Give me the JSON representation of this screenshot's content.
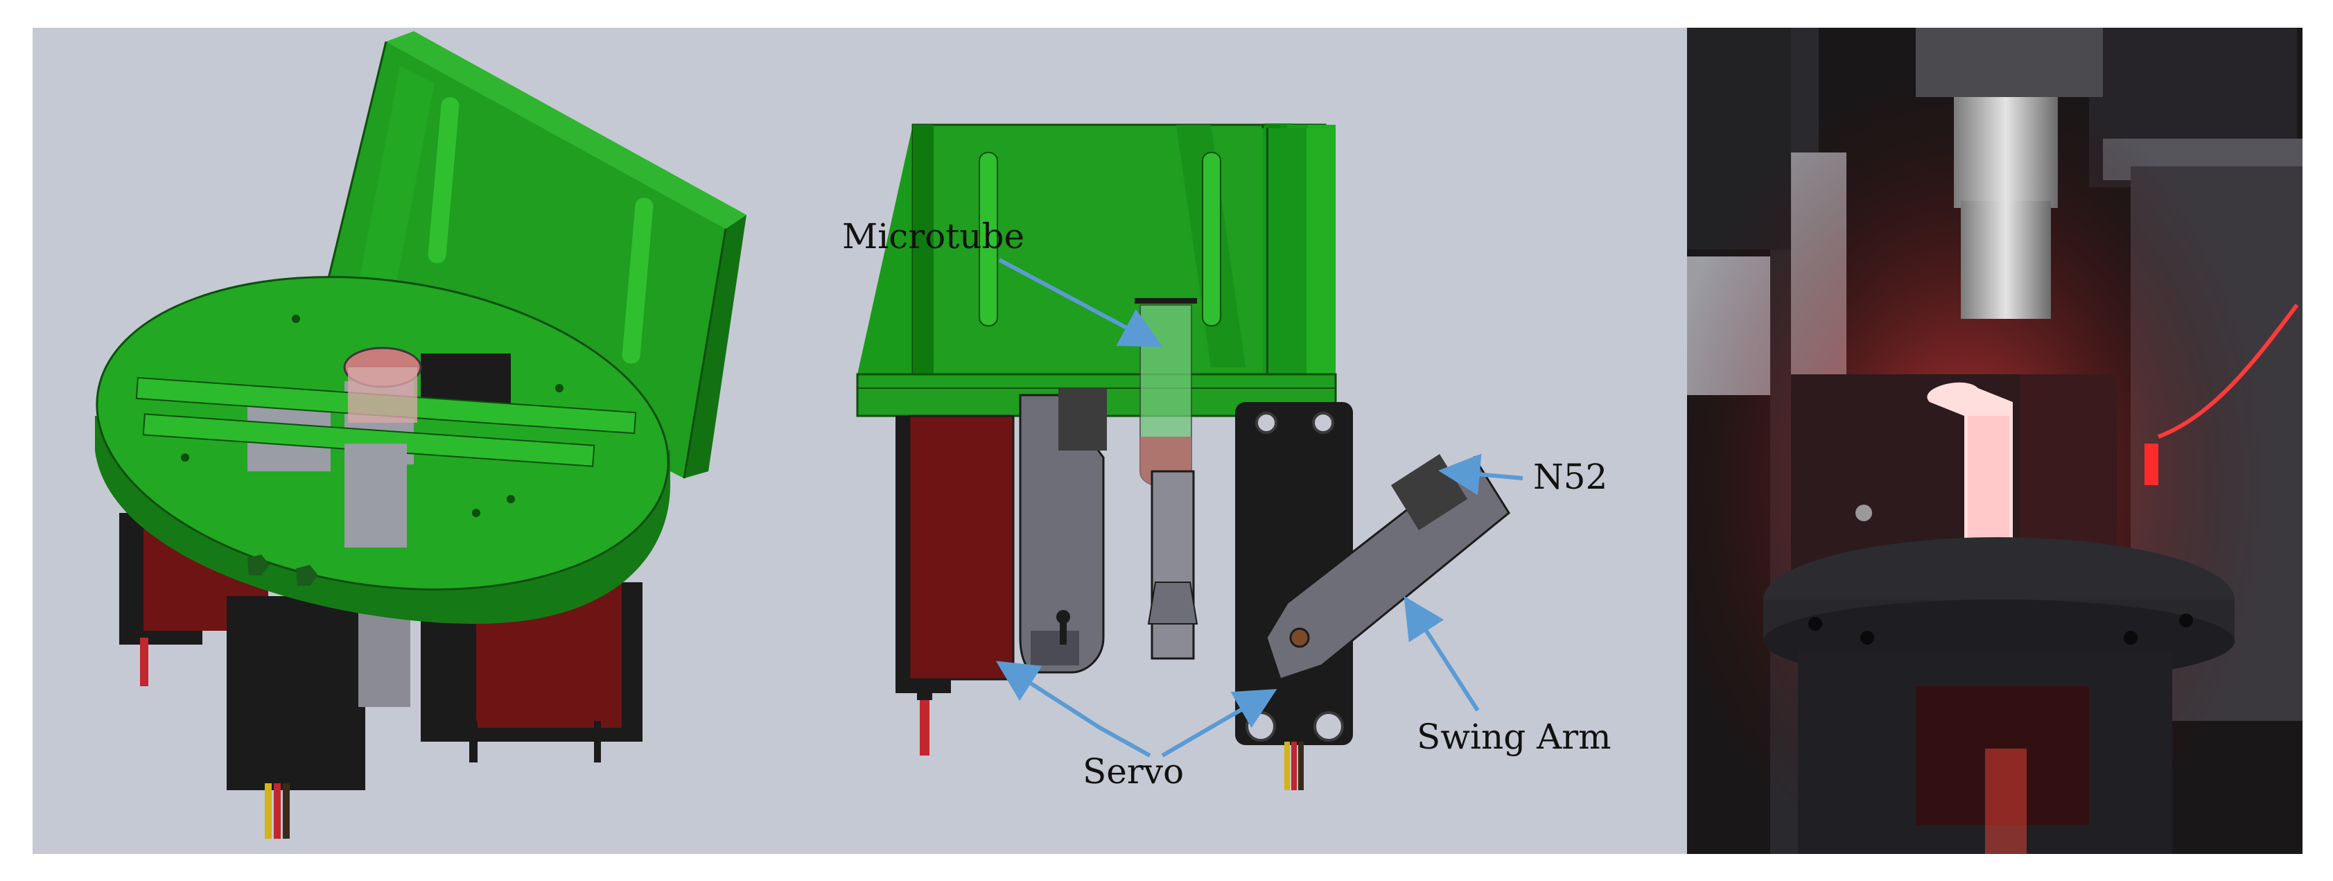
{
  "figure": {
    "labels": {
      "microtube": "Microtube",
      "n52": "N52",
      "servo": "Servo",
      "swing_arm": "Swing Arm"
    },
    "colors": {
      "background": "#c5c9d3",
      "bracket_green": "#1f9e1f",
      "bracket_green_dark": "#157a15",
      "servo_red": "#6e1414",
      "servo_black": "#1b1b1b",
      "arm_gray": "#6d6e78",
      "arrow_blue": "#5b9bd5",
      "photo_red": "#ff2a2a"
    }
  }
}
